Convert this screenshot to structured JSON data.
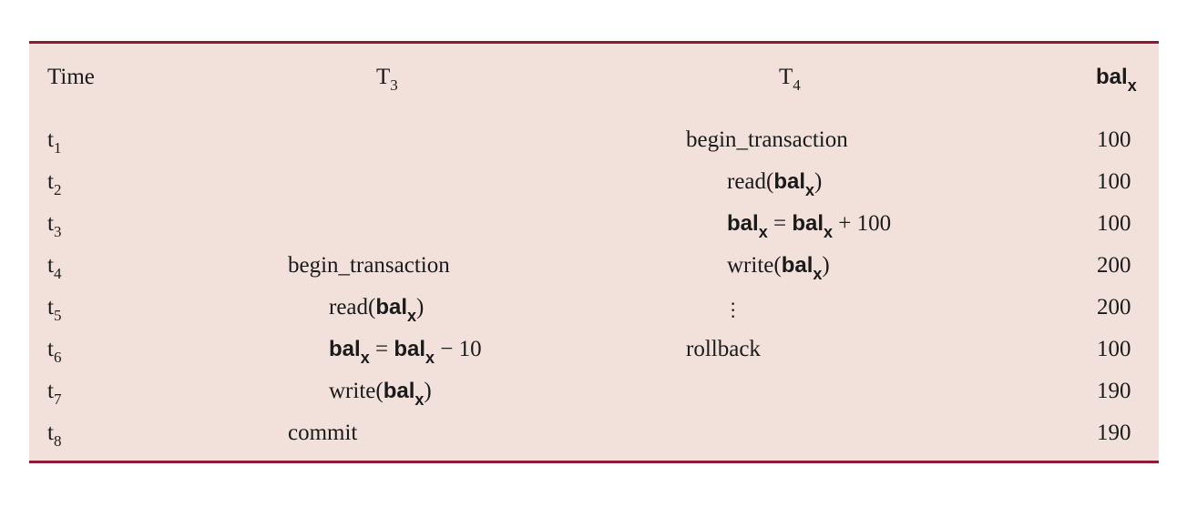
{
  "table": {
    "headers": {
      "time": "Time",
      "t3": {
        "base": "T",
        "sub": "3"
      },
      "t4": {
        "base": "T",
        "sub": "4"
      },
      "balx": {
        "base": "bal",
        "sub": "x"
      }
    },
    "rows": [
      {
        "time": {
          "base": "t",
          "sub": "1"
        },
        "t3": "",
        "t4": "begin_transaction",
        "balx": "100"
      },
      {
        "time": {
          "base": "t",
          "sub": "2"
        },
        "t3": "",
        "t4": "read(bal_x)",
        "balx": "100"
      },
      {
        "time": {
          "base": "t",
          "sub": "3"
        },
        "t3": "",
        "t4": "bal_x = bal_x + 100",
        "balx": "100"
      },
      {
        "time": {
          "base": "t",
          "sub": "4"
        },
        "t3": "begin_transaction",
        "t4": "write(bal_x)",
        "balx": "200"
      },
      {
        "time": {
          "base": "t",
          "sub": "5"
        },
        "t3": "read(bal_x)",
        "t4": "⋮",
        "balx": "200"
      },
      {
        "time": {
          "base": "t",
          "sub": "6"
        },
        "t3": "bal_x = bal_x − 10",
        "t4": "rollback",
        "balx": "100"
      },
      {
        "time": {
          "base": "t",
          "sub": "7"
        },
        "t3": "write(bal_x)",
        "t4": "",
        "balx": "190"
      },
      {
        "time": {
          "base": "t",
          "sub": "8"
        },
        "t3": "commit",
        "t4": "",
        "balx": "190"
      }
    ],
    "fragments": {
      "begin": "begin_transaction",
      "read": "read(",
      "write": "write(",
      "close": ")",
      "var": "bal",
      "var_sub": "x",
      "eq": " = ",
      "plus100": " + 100",
      "minus10": " − 10",
      "rollback": "rollback",
      "commit": "commit"
    },
    "colors": {
      "background": "#f2e0db",
      "rule": "#8f1a35"
    }
  }
}
